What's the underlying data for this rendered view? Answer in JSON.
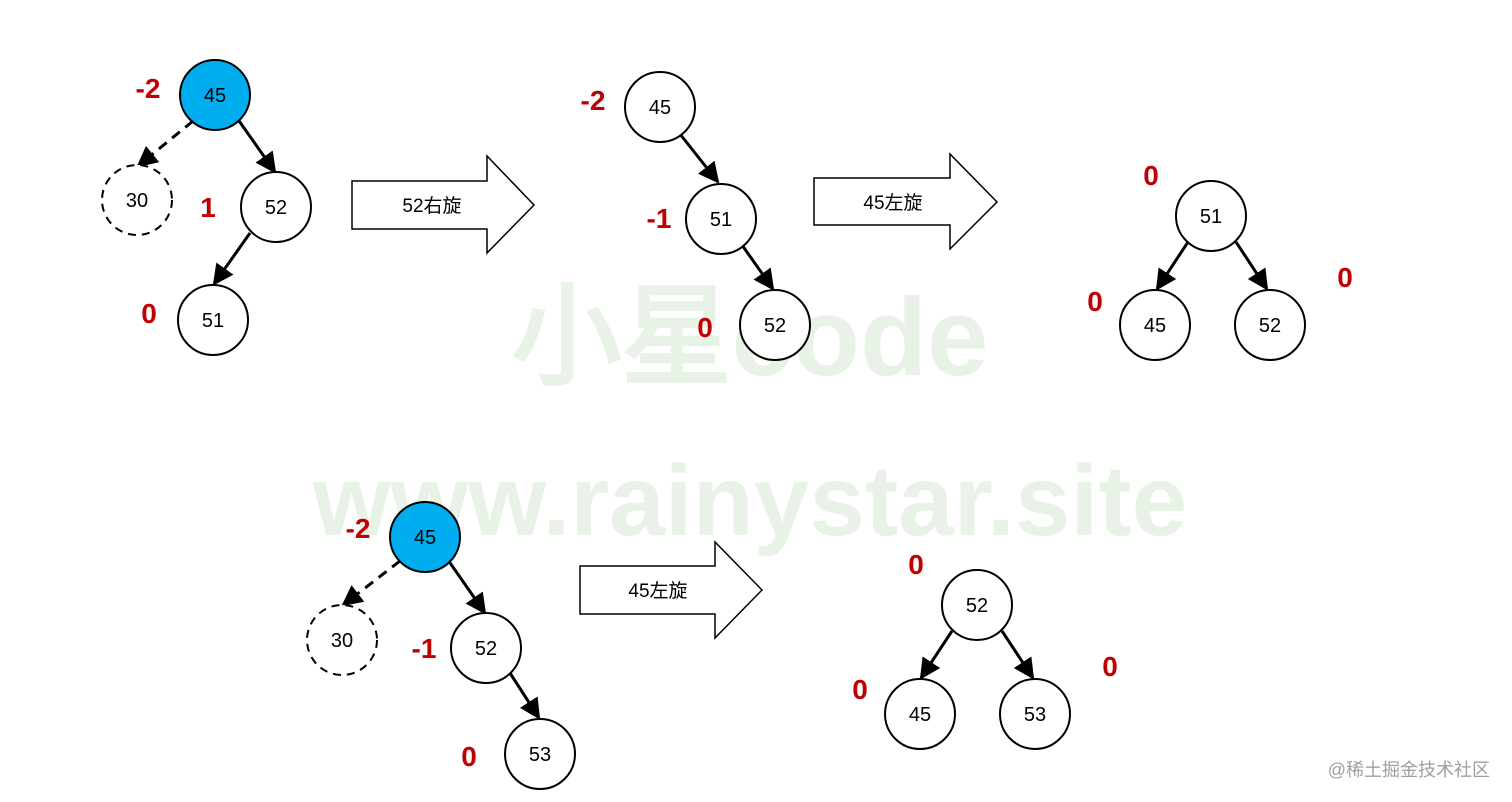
{
  "colors": {
    "highlight_fill": "#00adef",
    "node_fill": "#ffffff",
    "stroke": "#000000",
    "balance_factor": "#c00000",
    "watermark": "#e9f2e6",
    "credit": "#9aa0a6"
  },
  "watermark": {
    "line1": "小星code",
    "line2": "www.rainystar.site"
  },
  "credit": "@稀土掘金技术社区",
  "arrows": {
    "a1": "52右旋",
    "a2": "45左旋",
    "a3": "45左旋"
  },
  "nodes": {
    "t1_45": "45",
    "t1_30": "30",
    "t1_52": "52",
    "t1_51": "51",
    "t2_45": "45",
    "t2_51": "51",
    "t2_52": "52",
    "t3_51": "51",
    "t3_45": "45",
    "t3_52": "52",
    "t4_45": "45",
    "t4_30": "30",
    "t4_52": "52",
    "t4_53": "53",
    "t5_52": "52",
    "t5_45": "45",
    "t5_53": "53"
  },
  "balance_factors": {
    "t1_45": "-2",
    "t1_52": "1",
    "t1_51": "0",
    "t2_45": "-2",
    "t2_51": "-1",
    "t2_52": "0",
    "t3_51": "0",
    "t3_45": "0",
    "t3_52": "0",
    "t4_45": "-2",
    "t4_52": "-1",
    "t4_53": "0",
    "t5_52": "0",
    "t5_45": "0",
    "t5_53": "0"
  }
}
